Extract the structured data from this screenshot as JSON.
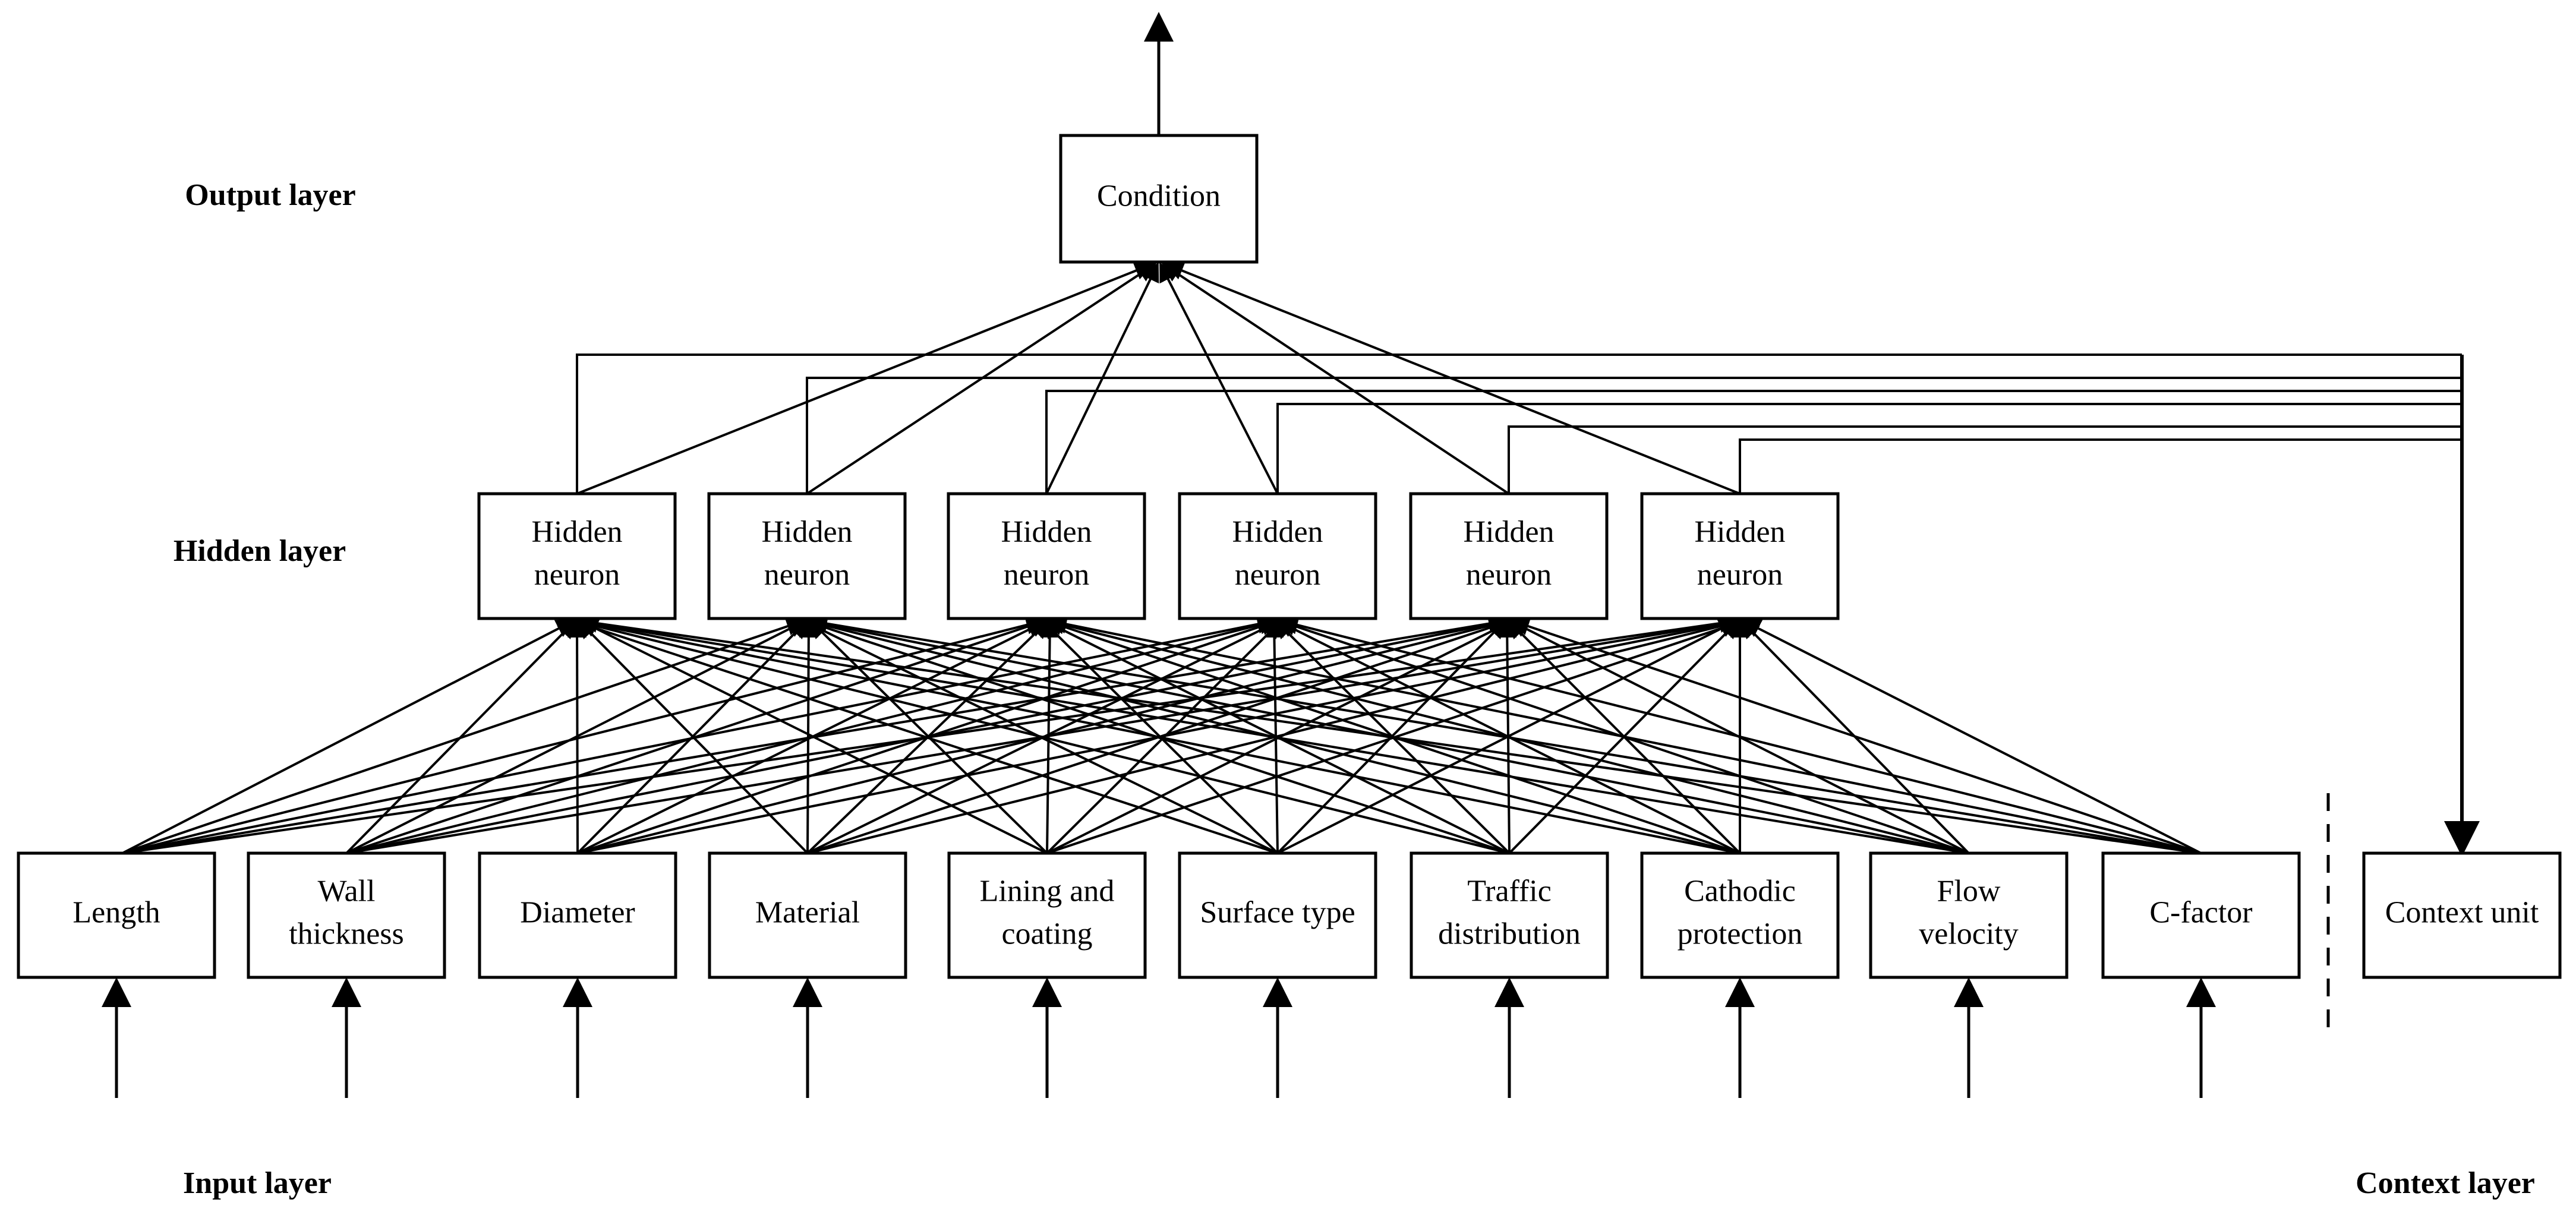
{
  "layers": {
    "output": "Output layer",
    "hidden": "Hidden layer",
    "input": "Input layer",
    "context": "Context layer"
  },
  "output_node": [
    "Condition"
  ],
  "hidden_nodes": [
    [
      "Hidden",
      "neuron"
    ],
    [
      "Hidden",
      "neuron"
    ],
    [
      "Hidden",
      "neuron"
    ],
    [
      "Hidden",
      "neuron"
    ],
    [
      "Hidden",
      "neuron"
    ],
    [
      "Hidden",
      "neuron"
    ]
  ],
  "input_nodes": [
    [
      "Length"
    ],
    [
      "Wall",
      "thickness"
    ],
    [
      "Diameter"
    ],
    [
      "Material"
    ],
    [
      "Lining and",
      "coating"
    ],
    [
      "Surface type"
    ],
    [
      "Traffic",
      "distribution"
    ],
    [
      "Cathodic",
      "protection"
    ],
    [
      "Flow",
      "velocity"
    ],
    [
      "C-factor"
    ]
  ],
  "context_node": [
    "Context unit"
  ],
  "colors": {
    "stroke": "#000000",
    "background": "#ffffff"
  }
}
